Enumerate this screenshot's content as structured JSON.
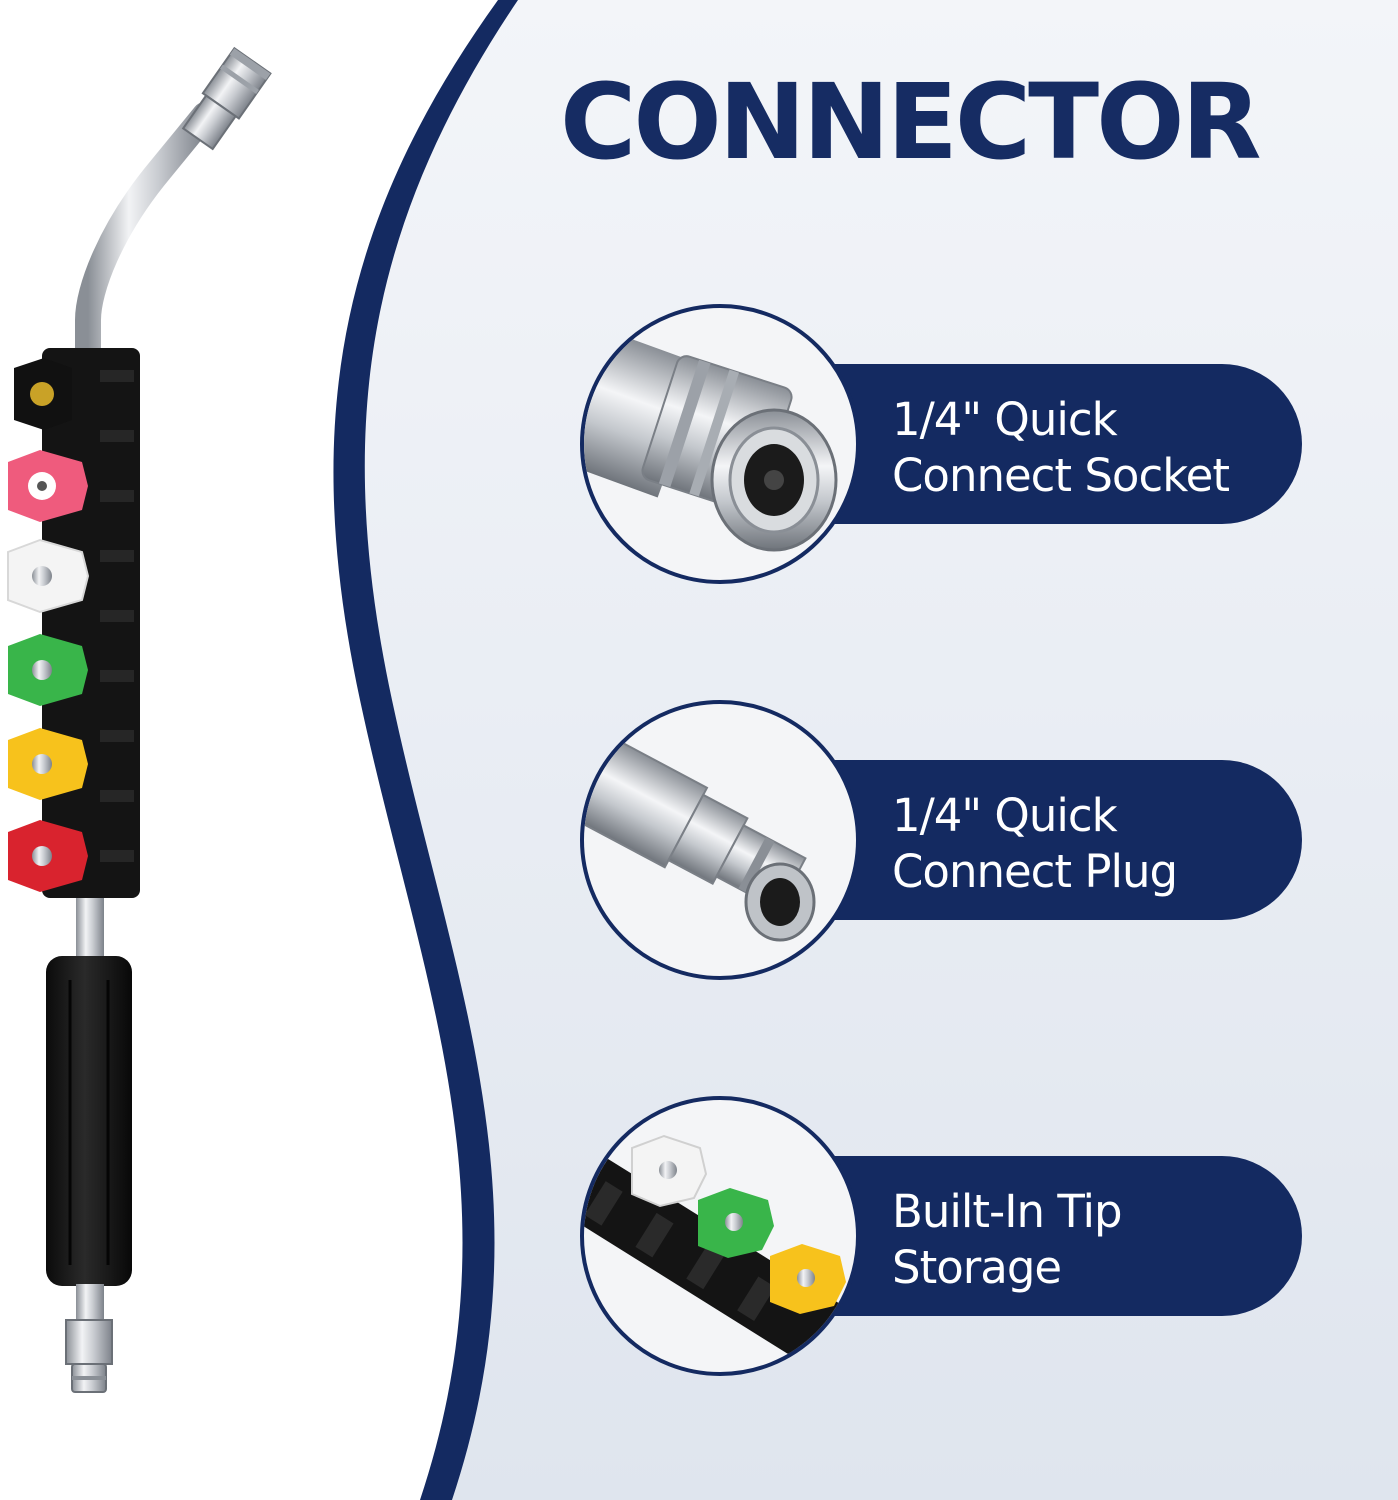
{
  "title": "CONNECTOR",
  "features": [
    {
      "line1": "1/4\" Quick",
      "line2": "Connect Socket",
      "icon": "quick-connect-socket-icon"
    },
    {
      "line1": "1/4\" Quick",
      "line2": "Connect Plug",
      "icon": "quick-connect-plug-icon"
    },
    {
      "line1": "Built-In Tip",
      "line2": "Storage",
      "icon": "tip-storage-icon"
    }
  ],
  "colors": {
    "navy": "#142a61",
    "panel": "#e9edf3",
    "nozzle_pink": "#ef5b7d",
    "nozzle_white": "#f2f2f2",
    "nozzle_green": "#39b54a",
    "nozzle_yellow": "#f7c21c",
    "nozzle_red": "#d9232e"
  },
  "nozzles": [
    "black",
    "pink",
    "white",
    "green",
    "yellow",
    "red"
  ]
}
